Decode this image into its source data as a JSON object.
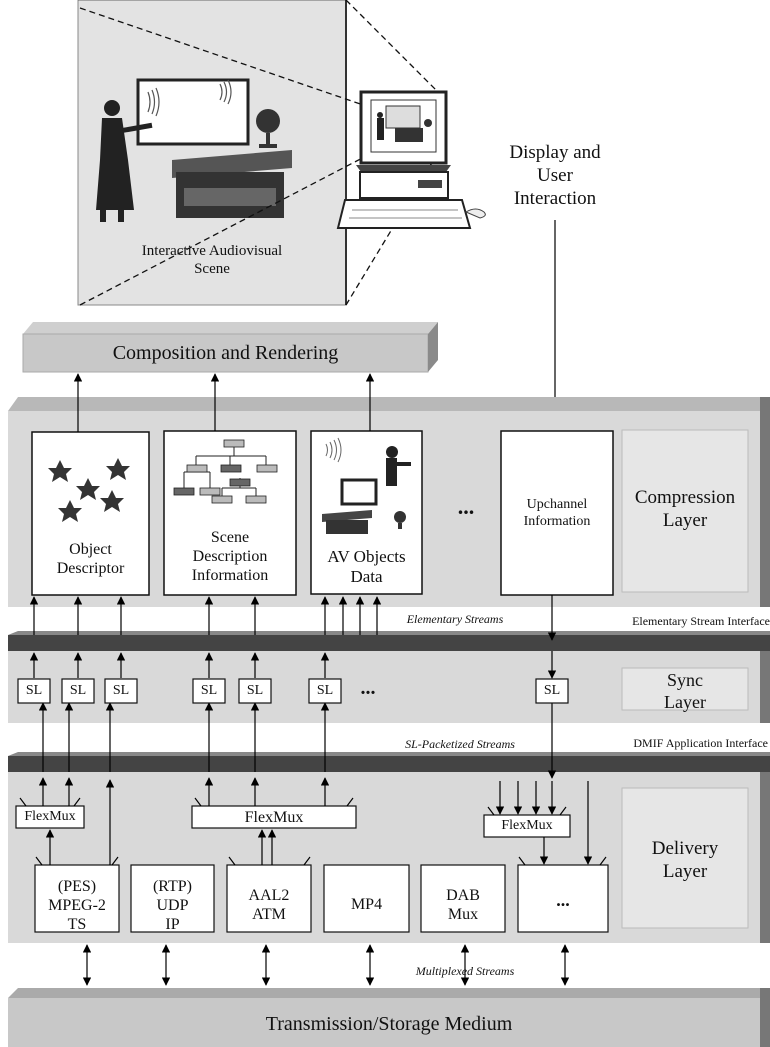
{
  "scene": {
    "caption_line1": "Interactive Audiovisual",
    "caption_line2": "Scene"
  },
  "display": {
    "line1": "Display and",
    "line2": "User",
    "line3": "Interaction"
  },
  "composition": {
    "label": "Composition and Rendering"
  },
  "compression": {
    "object_descriptor": [
      "Object",
      "Descriptor"
    ],
    "scene_description": [
      "Scene",
      "Description",
      "Information"
    ],
    "av_objects": [
      "AV Objects",
      "Data"
    ],
    "ellipsis": "...",
    "upchannel": [
      "Upchannel",
      "Information"
    ],
    "layer": [
      "Compression",
      "Layer"
    ]
  },
  "interfaces": {
    "elementary_streams": "Elementary Streams",
    "elementary_stream_interface": "Elementary Stream Interface",
    "sl_packetized_streams": "SL-Packetized Streams",
    "dmif_application_interface": "DMIF Application Interface",
    "multiplexed_streams": "Multiplexed Streams"
  },
  "sync": {
    "sl_label": "SL",
    "ellipsis": "...",
    "layer": [
      "Sync",
      "Layer"
    ]
  },
  "delivery": {
    "flexmux": "FlexMux",
    "boxes": [
      [
        "(PES)",
        "MPEG-2",
        "TS"
      ],
      [
        "(RTP)",
        "UDP",
        "IP"
      ],
      [
        "AAL2",
        "ATM"
      ],
      [
        "MP4"
      ],
      [
        "DAB",
        "Mux"
      ],
      [
        "..."
      ]
    ],
    "layer": [
      "Delivery",
      "Layer"
    ]
  },
  "transmission": {
    "label": "Transmission/Storage Medium"
  }
}
